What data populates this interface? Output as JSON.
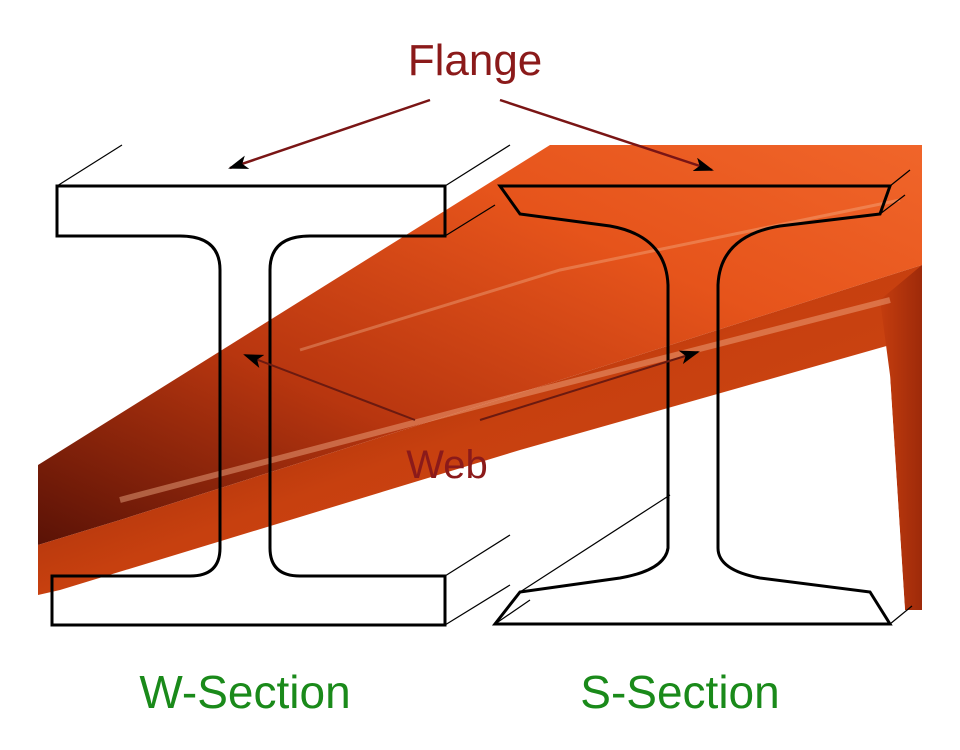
{
  "labels": {
    "flange": "Flange",
    "web": "Web",
    "w_section": "W-Section",
    "s_section": "S-Section"
  },
  "colors": {
    "annotation": "#8b1a1a",
    "section_caption": "#1a8a1a",
    "outline": "#000000",
    "beam_orange": "#e4531c",
    "beam_dark": "#8a1e08"
  }
}
